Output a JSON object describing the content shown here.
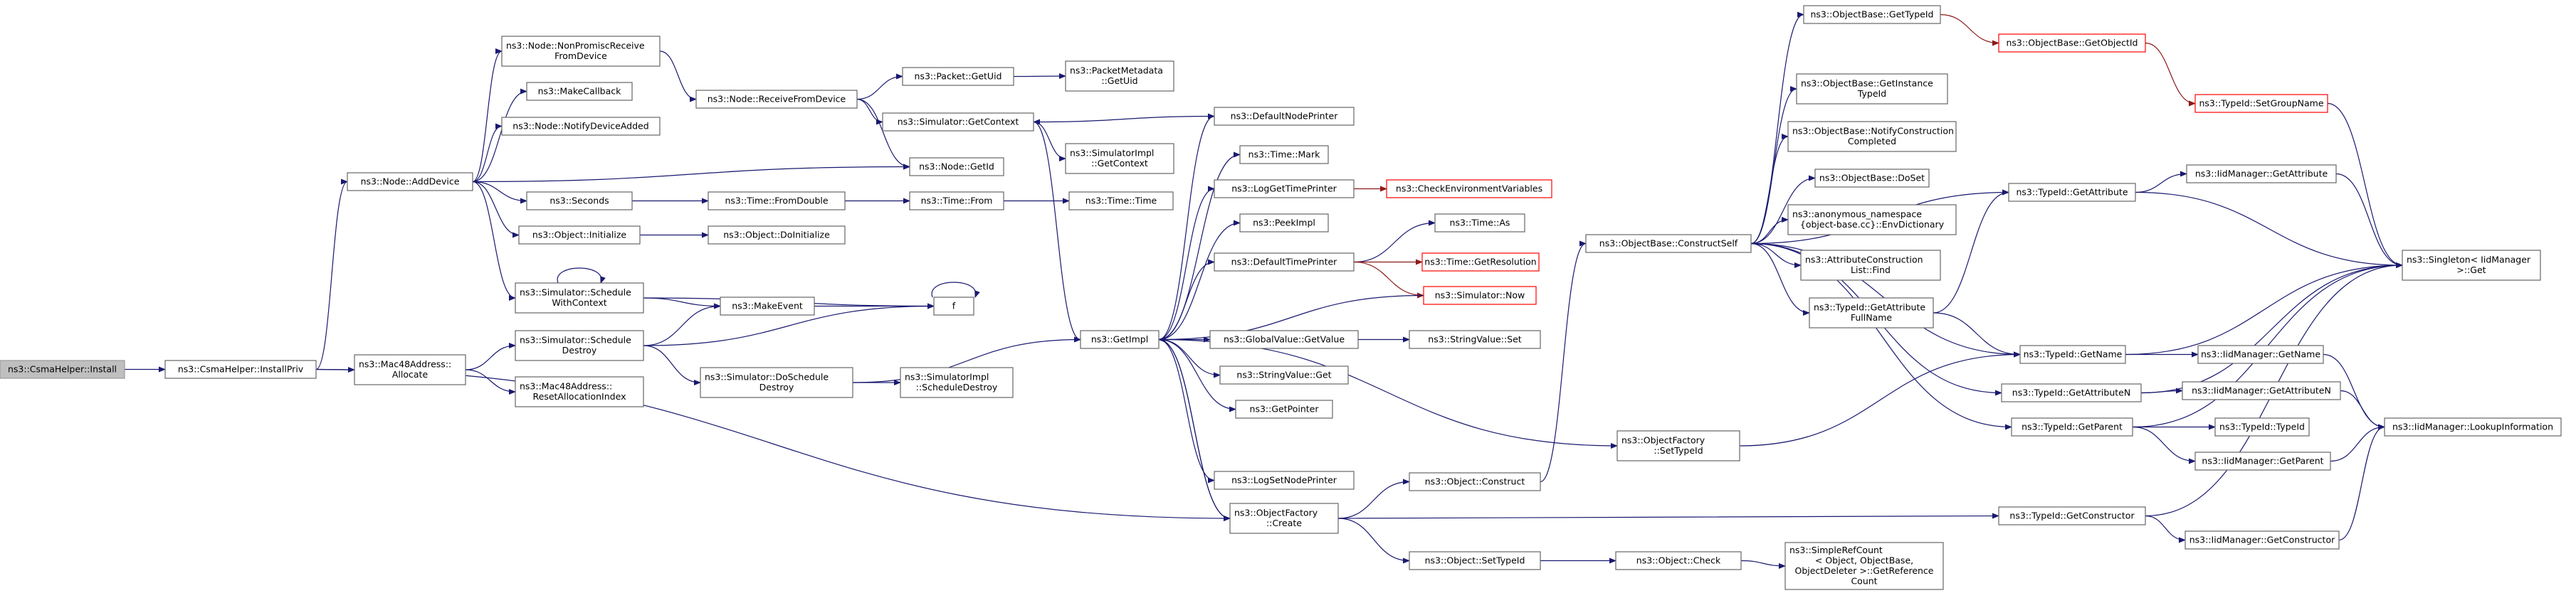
{
  "graph": {
    "edge_color": "#191970",
    "red_edge_color": "#8b1a1a",
    "node_border": "#666666",
    "highlight_border": "#ff0000",
    "root_fill": "#bfbfbf",
    "nodes": [
      {
        "id": "install",
        "lines": [
          "ns3::CsmaHelper::Install"
        ],
        "root": true
      },
      {
        "id": "installPriv",
        "lines": [
          "ns3::CsmaHelper::InstallPriv"
        ]
      },
      {
        "id": "addDevice",
        "lines": [
          "ns3::Node::AddDevice"
        ]
      },
      {
        "id": "mac48alloc",
        "lines": [
          "ns3::Mac48Address::",
          "Allocate"
        ]
      },
      {
        "id": "nonPromisc",
        "lines": [
          "ns3::Node::NonPromiscReceive",
          "FromDevice"
        ]
      },
      {
        "id": "makeCallback",
        "lines": [
          "ns3::MakeCallback"
        ]
      },
      {
        "id": "notifyDeviceAdded",
        "lines": [
          "ns3::Node::NotifyDeviceAdded"
        ]
      },
      {
        "id": "receiveFromDevice",
        "lines": [
          "ns3::Node::ReceiveFromDevice"
        ]
      },
      {
        "id": "getUid",
        "lines": [
          "ns3::Packet::GetUid"
        ]
      },
      {
        "id": "metaGetUid",
        "lines": [
          "ns3::PacketMetadata",
          "::GetUid"
        ]
      },
      {
        "id": "simGetContext",
        "lines": [
          "ns3::Simulator::GetContext"
        ]
      },
      {
        "id": "simImplGetContext",
        "lines": [
          "ns3::SimulatorImpl",
          "::GetContext"
        ]
      },
      {
        "id": "nodeGetId",
        "lines": [
          "ns3::Node::GetId"
        ]
      },
      {
        "id": "seconds",
        "lines": [
          "ns3::Seconds"
        ]
      },
      {
        "id": "fromDouble",
        "lines": [
          "ns3::Time::FromDouble"
        ]
      },
      {
        "id": "timeFrom",
        "lines": [
          "ns3::Time::From"
        ]
      },
      {
        "id": "timeTime",
        "lines": [
          "ns3::Time::Time"
        ]
      },
      {
        "id": "objInit",
        "lines": [
          "ns3::Object::Initialize"
        ]
      },
      {
        "id": "doInit",
        "lines": [
          "ns3::Object::DoInitialize"
        ]
      },
      {
        "id": "schedWithContext",
        "lines": [
          "ns3::Simulator::Schedule",
          "WithContext"
        ]
      },
      {
        "id": "makeEvent",
        "lines": [
          "ns3::MakeEvent"
        ]
      },
      {
        "id": "f",
        "lines": [
          "f"
        ]
      },
      {
        "id": "schedDestroy",
        "lines": [
          "ns3::Simulator::Schedule",
          "Destroy"
        ]
      },
      {
        "id": "resetAlloc",
        "lines": [
          "ns3::Mac48Address::",
          "ResetAllocationIndex"
        ]
      },
      {
        "id": "doSchedDestroy",
        "lines": [
          "ns3::Simulator::DoSchedule",
          "Destroy"
        ]
      },
      {
        "id": "simImplSchedDestroy",
        "lines": [
          "ns3::SimulatorImpl",
          "::ScheduleDestroy"
        ]
      },
      {
        "id": "getImpl",
        "lines": [
          "ns3::GetImpl"
        ]
      },
      {
        "id": "defaultNodePrinter",
        "lines": [
          "ns3::DefaultNodePrinter"
        ]
      },
      {
        "id": "timeMark",
        "lines": [
          "ns3::Time::Mark"
        ]
      },
      {
        "id": "logGetTimePrinter",
        "lines": [
          "ns3::LogGetTimePrinter"
        ]
      },
      {
        "id": "checkEnv",
        "lines": [
          "ns3::CheckEnvironmentVariables"
        ],
        "red": true
      },
      {
        "id": "peekImpl",
        "lines": [
          "ns3::PeekImpl"
        ]
      },
      {
        "id": "timeAs",
        "lines": [
          "ns3::Time::As"
        ]
      },
      {
        "id": "defaultTimePrinter",
        "lines": [
          "ns3::DefaultTimePrinter"
        ]
      },
      {
        "id": "getResolution",
        "lines": [
          "ns3::Time::GetResolution"
        ],
        "red": true
      },
      {
        "id": "simNow",
        "lines": [
          "ns3::Simulator::Now"
        ],
        "red": true
      },
      {
        "id": "globalGetValue",
        "lines": [
          "ns3::GlobalValue::GetValue"
        ]
      },
      {
        "id": "stringValueSet",
        "lines": [
          "ns3::StringValue::Set"
        ]
      },
      {
        "id": "stringValueGet",
        "lines": [
          "ns3::StringValue::Get"
        ]
      },
      {
        "id": "getPointer",
        "lines": [
          "ns3::GetPointer"
        ]
      },
      {
        "id": "logSetNodePrinter",
        "lines": [
          "ns3::LogSetNodePrinter"
        ]
      },
      {
        "id": "objFactoryCreate",
        "lines": [
          "ns3::ObjectFactory",
          "::Create"
        ]
      },
      {
        "id": "objFactorySetTypeId",
        "lines": [
          "ns3::ObjectFactory",
          "::SetTypeId"
        ]
      },
      {
        "id": "objConstruct",
        "lines": [
          "ns3::Object::Construct"
        ]
      },
      {
        "id": "objSetTypeId",
        "lines": [
          "ns3::Object::SetTypeId"
        ]
      },
      {
        "id": "objCheck",
        "lines": [
          "ns3::Object::Check"
        ]
      },
      {
        "id": "simpleRefCount",
        "lines": [
          "ns3::SimpleRefCount",
          "< Object, ObjectBase,",
          "ObjectDeleter >::GetReference",
          "Count"
        ]
      },
      {
        "id": "constructSelf",
        "lines": [
          "ns3::ObjectBase::ConstructSelf"
        ]
      },
      {
        "id": "obGetTypeId",
        "lines": [
          "ns3::ObjectBase::GetTypeId"
        ]
      },
      {
        "id": "obGetInstanceTypeId",
        "lines": [
          "ns3::ObjectBase::GetInstance",
          "TypeId"
        ]
      },
      {
        "id": "notifyConstruction",
        "lines": [
          "ns3::ObjectBase::NotifyConstruction",
          "Completed"
        ]
      },
      {
        "id": "doSet",
        "lines": [
          "ns3::ObjectBase::DoSet"
        ]
      },
      {
        "id": "envDictionary",
        "lines": [
          "ns3::anonymous_namespace",
          "{object-base.cc}::EnvDictionary"
        ]
      },
      {
        "id": "attrConstructionFind",
        "lines": [
          "ns3::AttributeConstruction",
          "List::Find"
        ]
      },
      {
        "id": "getAttrFullName",
        "lines": [
          "ns3::TypeId::GetAttribute",
          "FullName"
        ]
      },
      {
        "id": "getObjectId",
        "lines": [
          "ns3::ObjectBase::GetObjectId"
        ],
        "red": true
      },
      {
        "id": "setGroupName",
        "lines": [
          "ns3::TypeId::SetGroupName"
        ],
        "red": true
      },
      {
        "id": "typeIdGetAttribute",
        "lines": [
          "ns3::TypeId::GetAttribute"
        ]
      },
      {
        "id": "iidGetAttribute",
        "lines": [
          "ns3::IidManager::GetAttribute"
        ]
      },
      {
        "id": "singletonGet",
        "lines": [
          "ns3::Singleton< IidManager",
          ">::Get"
        ]
      },
      {
        "id": "typeIdGetName",
        "lines": [
          "ns3::TypeId::GetName"
        ]
      },
      {
        "id": "iidGetName",
        "lines": [
          "ns3::IidManager::GetName"
        ]
      },
      {
        "id": "typeIdGetAttributeN",
        "lines": [
          "ns3::TypeId::GetAttributeN"
        ]
      },
      {
        "id": "iidGetAttributeN",
        "lines": [
          "ns3::IidManager::GetAttributeN"
        ]
      },
      {
        "id": "typeIdGetParent",
        "lines": [
          "ns3::TypeId::GetParent"
        ]
      },
      {
        "id": "typeIdTypeId",
        "lines": [
          "ns3::TypeId::TypeId"
        ]
      },
      {
        "id": "iidGetParent",
        "lines": [
          "ns3::IidManager::GetParent"
        ]
      },
      {
        "id": "lookupInformation",
        "lines": [
          "ns3::IidManager::LookupInformation"
        ]
      },
      {
        "id": "typeIdGetConstructor",
        "lines": [
          "ns3::TypeId::GetConstructor"
        ]
      },
      {
        "id": "iidGetConstructor",
        "lines": [
          "ns3::IidManager::GetConstructor"
        ]
      }
    ],
    "edges": [
      [
        "install",
        "installPriv"
      ],
      [
        "installPriv",
        "addDevice"
      ],
      [
        "installPriv",
        "mac48alloc"
      ],
      [
        "installPriv",
        "objFactoryCreate"
      ],
      [
        "addDevice",
        "nonPromisc"
      ],
      [
        "addDevice",
        "makeCallback"
      ],
      [
        "addDevice",
        "notifyDeviceAdded"
      ],
      [
        "addDevice",
        "nodeGetId"
      ],
      [
        "addDevice",
        "seconds"
      ],
      [
        "addDevice",
        "objInit"
      ],
      [
        "addDevice",
        "schedWithContext"
      ],
      [
        "nonPromisc",
        "receiveFromDevice"
      ],
      [
        "receiveFromDevice",
        "getUid"
      ],
      [
        "receiveFromDevice",
        "simGetContext"
      ],
      [
        "receiveFromDevice",
        "nodeGetId"
      ],
      [
        "getUid",
        "metaGetUid"
      ],
      [
        "simGetContext",
        "simImplGetContext"
      ],
      [
        "simGetContext",
        "getImpl"
      ],
      [
        "seconds",
        "fromDouble"
      ],
      [
        "fromDouble",
        "timeFrom"
      ],
      [
        "timeFrom",
        "timeTime"
      ],
      [
        "objInit",
        "doInit"
      ],
      [
        "schedWithContext",
        "schedWithContext"
      ],
      [
        "schedWithContext",
        "makeEvent"
      ],
      [
        "schedWithContext",
        "f"
      ],
      [
        "makeEvent",
        "f"
      ],
      [
        "f",
        "f"
      ],
      [
        "mac48alloc",
        "schedDestroy"
      ],
      [
        "mac48alloc",
        "resetAlloc"
      ],
      [
        "schedDestroy",
        "makeEvent"
      ],
      [
        "schedDestroy",
        "f"
      ],
      [
        "schedDestroy",
        "doSchedDestroy"
      ],
      [
        "doSchedDestroy",
        "simImplSchedDestroy"
      ],
      [
        "doSchedDestroy",
        "getImpl"
      ],
      [
        "defaultNodePrinter",
        "simGetContext"
      ],
      [
        "getImpl",
        "defaultNodePrinter"
      ],
      [
        "getImpl",
        "timeMark"
      ],
      [
        "getImpl",
        "logGetTimePrinter"
      ],
      [
        "getImpl",
        "peekImpl"
      ],
      [
        "getImpl",
        "defaultTimePrinter"
      ],
      [
        "getImpl",
        "globalGetValue"
      ],
      [
        "getImpl",
        "stringValueGet"
      ],
      [
        "getImpl",
        "getPointer"
      ],
      [
        "getImpl",
        "logSetNodePrinter"
      ],
      [
        "getImpl",
        "objFactoryCreate"
      ],
      [
        "getImpl",
        "objFactorySetTypeId"
      ],
      [
        "logGetTimePrinter",
        "checkEnv"
      ],
      [
        "defaultTimePrinter",
        "timeAs"
      ],
      [
        "defaultTimePrinter",
        "getResolution"
      ],
      [
        "defaultTimePrinter",
        "simNow"
      ],
      [
        "simNow",
        "getImpl"
      ],
      [
        "globalGetValue",
        "stringValueSet"
      ],
      [
        "objFactoryCreate",
        "getImpl"
      ],
      [
        "objFactoryCreate",
        "objConstruct"
      ],
      [
        "objFactoryCreate",
        "objSetTypeId"
      ],
      [
        "objFactoryCreate",
        "typeIdGetConstructor"
      ],
      [
        "objFactorySetTypeId",
        "typeIdGetName"
      ],
      [
        "objConstruct",
        "constructSelf"
      ],
      [
        "objSetTypeId",
        "objCheck"
      ],
      [
        "objCheck",
        "simpleRefCount"
      ],
      [
        "constructSelf",
        "obGetTypeId"
      ],
      [
        "constructSelf",
        "obGetInstanceTypeId"
      ],
      [
        "constructSelf",
        "notifyConstruction"
      ],
      [
        "constructSelf",
        "doSet"
      ],
      [
        "constructSelf",
        "envDictionary"
      ],
      [
        "constructSelf",
        "attrConstructionFind"
      ],
      [
        "constructSelf",
        "getAttrFullName"
      ],
      [
        "constructSelf",
        "typeIdGetAttribute"
      ],
      [
        "constructSelf",
        "typeIdGetName"
      ],
      [
        "constructSelf",
        "typeIdGetAttributeN"
      ],
      [
        "constructSelf",
        "typeIdGetParent"
      ],
      [
        "obGetTypeId",
        "getObjectId"
      ],
      [
        "getObjectId",
        "setGroupName"
      ],
      [
        "setGroupName",
        "singletonGet"
      ],
      [
        "getAttrFullName",
        "typeIdGetAttribute"
      ],
      [
        "getAttrFullName",
        "typeIdGetName"
      ],
      [
        "typeIdGetAttribute",
        "iidGetAttribute"
      ],
      [
        "typeIdGetAttribute",
        "singletonGet"
      ],
      [
        "iidGetAttribute",
        "singletonGet"
      ],
      [
        "typeIdGetName",
        "iidGetName"
      ],
      [
        "typeIdGetName",
        "singletonGet"
      ],
      [
        "iidGetName",
        "lookupInformation"
      ],
      [
        "typeIdGetAttributeN",
        "iidGetAttributeN"
      ],
      [
        "typeIdGetAttributeN",
        "singletonGet"
      ],
      [
        "iidGetAttributeN",
        "lookupInformation"
      ],
      [
        "typeIdGetParent",
        "iidGetParent"
      ],
      [
        "typeIdGetParent",
        "typeIdTypeId"
      ],
      [
        "typeIdGetParent",
        "singletonGet"
      ],
      [
        "iidGetParent",
        "lookupInformation"
      ],
      [
        "typeIdGetConstructor",
        "iidGetConstructor"
      ],
      [
        "typeIdGetConstructor",
        "singletonGet"
      ],
      [
        "iidGetConstructor",
        "lookupInformation"
      ]
    ]
  }
}
